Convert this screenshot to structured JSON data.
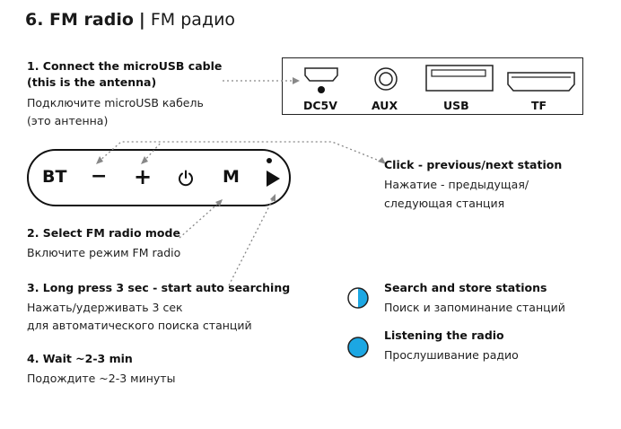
{
  "header": {
    "title_bold": "6. FM radio",
    "separator": "|",
    "title_ru": "FM радио"
  },
  "step1": {
    "heading_line1": "1. Connect the microUSB cable",
    "heading_line2": "(this is the antenna)",
    "ru_line1": "Подключите microUSB кабель",
    "ru_line2": "(это антенна)"
  },
  "ports": {
    "dc5v": "DC5V",
    "aux": "AUX",
    "usb": "USB",
    "tf": "TF"
  },
  "remote": {
    "bt": "BT",
    "minus": "−",
    "plus": "+",
    "power_icon": "power-icon",
    "m": "M",
    "play_icon": "play-icon"
  },
  "click": {
    "heading": "Click - previous/next station",
    "ru_line1": "Нажатие - предыдущая/",
    "ru_line2": "следующая станция"
  },
  "step2": {
    "heading": "2. Select FM radio mode",
    "ru": "Включите режим FM radio"
  },
  "step3": {
    "heading": "3. Long press 3 sec - start auto searching",
    "ru_line1": "Нажать/удерживать 3 сек",
    "ru_line2": "для автоматического поиска станций"
  },
  "step4": {
    "heading": "4. Wait ~2-3 min",
    "ru": "Подождите ~2-3 минуты"
  },
  "legend": {
    "search_heading": "Search and store stations",
    "search_ru": "Поиск и запоминание станций",
    "listen_heading": "Listening the radio",
    "listen_ru": "Прослушивание радио",
    "accent_color": "#1ca7e3"
  }
}
